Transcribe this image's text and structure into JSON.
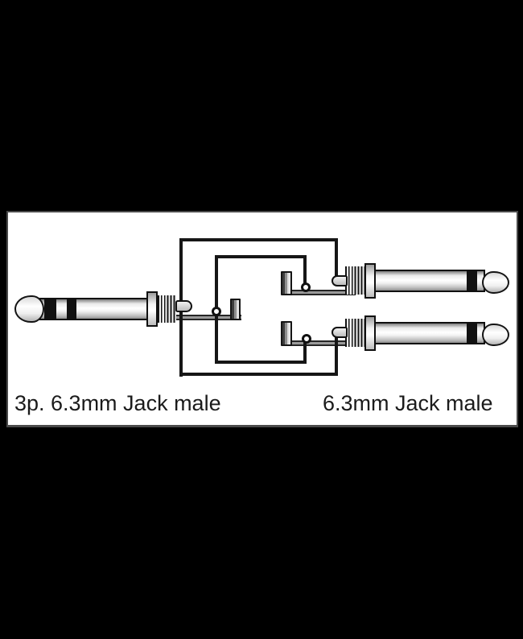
{
  "page": {
    "background_color": "#000000"
  },
  "panel": {
    "background_color": "#ffffff",
    "border_color": "#4a4a4a"
  },
  "labels": {
    "left_connector": "3p. 6.3mm Jack male",
    "right_connectors": "6.3mm Jack male"
  },
  "diagram": {
    "type": "audio-adapter-wiring-diagram",
    "connectors": [
      {
        "id": "left-jack",
        "label": "3p. 6.3mm Jack male",
        "poles": 3,
        "insulator_rings": 2,
        "orientation": "pointing-left"
      },
      {
        "id": "top-right-jack",
        "label": "6.3mm Jack male",
        "poles": 2,
        "insulator_rings": 1,
        "orientation": "pointing-right"
      },
      {
        "id": "bottom-right-jack",
        "label": "6.3mm Jack male",
        "poles": 2,
        "insulator_rings": 1,
        "orientation": "pointing-right"
      }
    ],
    "wires": [
      {
        "id": "outer-wire",
        "connects": [
          "left-jack sleeve tab",
          "top-right-jack sleeve tab",
          "bottom-right-jack sleeve tab"
        ]
      },
      {
        "id": "inner-wire",
        "connects": [
          "left-jack tip lug",
          "top-right-jack tip lug",
          "bottom-right-jack tip lug"
        ]
      }
    ],
    "wire_color": "#161616",
    "solder_joints": 3
  }
}
